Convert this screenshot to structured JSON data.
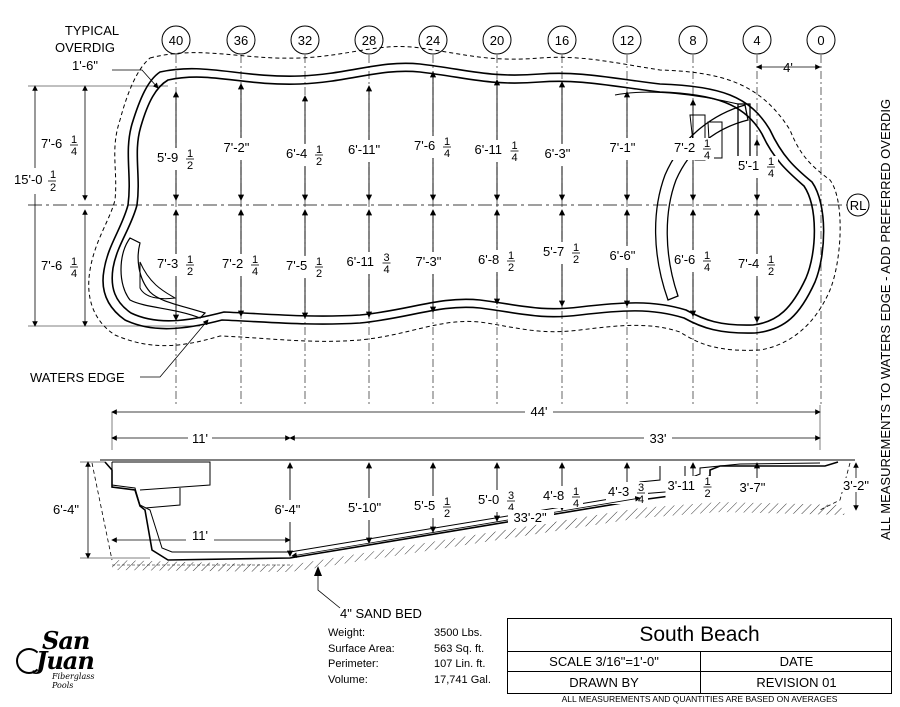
{
  "stations": [
    "40",
    "36",
    "32",
    "28",
    "24",
    "20",
    "16",
    "12",
    "8",
    "4",
    "0"
  ],
  "labels": {
    "typical": "TYPICAL",
    "overdig": "OVERDIG",
    "overdig_dim": "1'-6\"",
    "waters_edge": "WATERS EDGE",
    "sand_bed": "4\" SAND BED",
    "overall_width_main": "15'-0",
    "overall_width_frac_n": "1",
    "overall_width_frac_d": "2",
    "rl": "RL",
    "side_note": "ALL MEASUREMENTS TO WATERS EDGE - ADD PREFERRED OVERDIG",
    "dim_4": "4'",
    "dim_44": "44'",
    "dim_11a": "11'",
    "dim_33": "33'",
    "dim_11b": "11'",
    "dim_33_2": "33'-2\"",
    "dim_6_4_left": "6'-4\"",
    "dim_3_2": "3'-2\""
  },
  "plan_top_dims": [
    {
      "w": "7'-6",
      "n": "1",
      "d": "4"
    },
    {
      "w": "5'-9",
      "n": "1",
      "d": "2"
    },
    {
      "w": "7'-2\"",
      "n": "",
      "d": ""
    },
    {
      "w": "6'-4",
      "n": "1",
      "d": "2"
    },
    {
      "w": "6'-11\"",
      "n": "",
      "d": ""
    },
    {
      "w": "7'-6",
      "n": "1",
      "d": "4"
    },
    {
      "w": "6'-11",
      "n": "1",
      "d": "4"
    },
    {
      "w": "6'-3\"",
      "n": "",
      "d": ""
    },
    {
      "w": "7'-1\"",
      "n": "",
      "d": ""
    },
    {
      "w": "7'-2",
      "n": "1",
      "d": "4"
    },
    {
      "w": "5'-1",
      "n": "1",
      "d": "4"
    }
  ],
  "plan_bottom_dims": [
    {
      "w": "7'-6",
      "n": "1",
      "d": "4"
    },
    {
      "w": "7'-3",
      "n": "1",
      "d": "2"
    },
    {
      "w": "7'-2",
      "n": "1",
      "d": "4"
    },
    {
      "w": "7'-5",
      "n": "1",
      "d": "2"
    },
    {
      "w": "6'-11",
      "n": "3",
      "d": "4"
    },
    {
      "w": "7'-3\"",
      "n": "",
      "d": ""
    },
    {
      "w": "6'-8",
      "n": "1",
      "d": "2"
    },
    {
      "w": "5'-7",
      "n": "1",
      "d": "2"
    },
    {
      "w": "6'-6\"",
      "n": "",
      "d": ""
    },
    {
      "w": "6'-6",
      "n": "1",
      "d": "4"
    },
    {
      "w": "7'-4",
      "n": "1",
      "d": "2"
    }
  ],
  "section_depths": [
    {
      "w": "6'-4\"",
      "n": "",
      "d": ""
    },
    {
      "w": "5'-10\"",
      "n": "",
      "d": ""
    },
    {
      "w": "5'-5",
      "n": "1",
      "d": "2"
    },
    {
      "w": "5'-0",
      "n": "3",
      "d": "4"
    },
    {
      "w": "4'-8",
      "n": "1",
      "d": "4"
    },
    {
      "w": "4'-3",
      "n": "3",
      "d": "4"
    },
    {
      "w": "3'-11",
      "n": "1",
      "d": "2"
    },
    {
      "w": "3'-7\"",
      "n": "",
      "d": ""
    }
  ],
  "specs": [
    {
      "k": "Weight:",
      "v": "3500 Lbs."
    },
    {
      "k": "Surface Area:",
      "v": "563 Sq. ft."
    },
    {
      "k": "Perimeter:",
      "v": "107 Lin. ft."
    },
    {
      "k": "Volume:",
      "v": "17,741 Gal."
    }
  ],
  "title_block": {
    "name": "South Beach",
    "scale": "SCALE 3/16\"=1'-0\"",
    "date": "DATE",
    "drawn_by": "DRAWN BY",
    "revision": "REVISION 01",
    "disclaimer": "ALL MEASUREMENTS AND QUANTITIES ARE BASED ON AVERAGES"
  },
  "logo": {
    "line1": "San",
    "line2": "Juan",
    "tagline": "Fiberglass Pools"
  }
}
